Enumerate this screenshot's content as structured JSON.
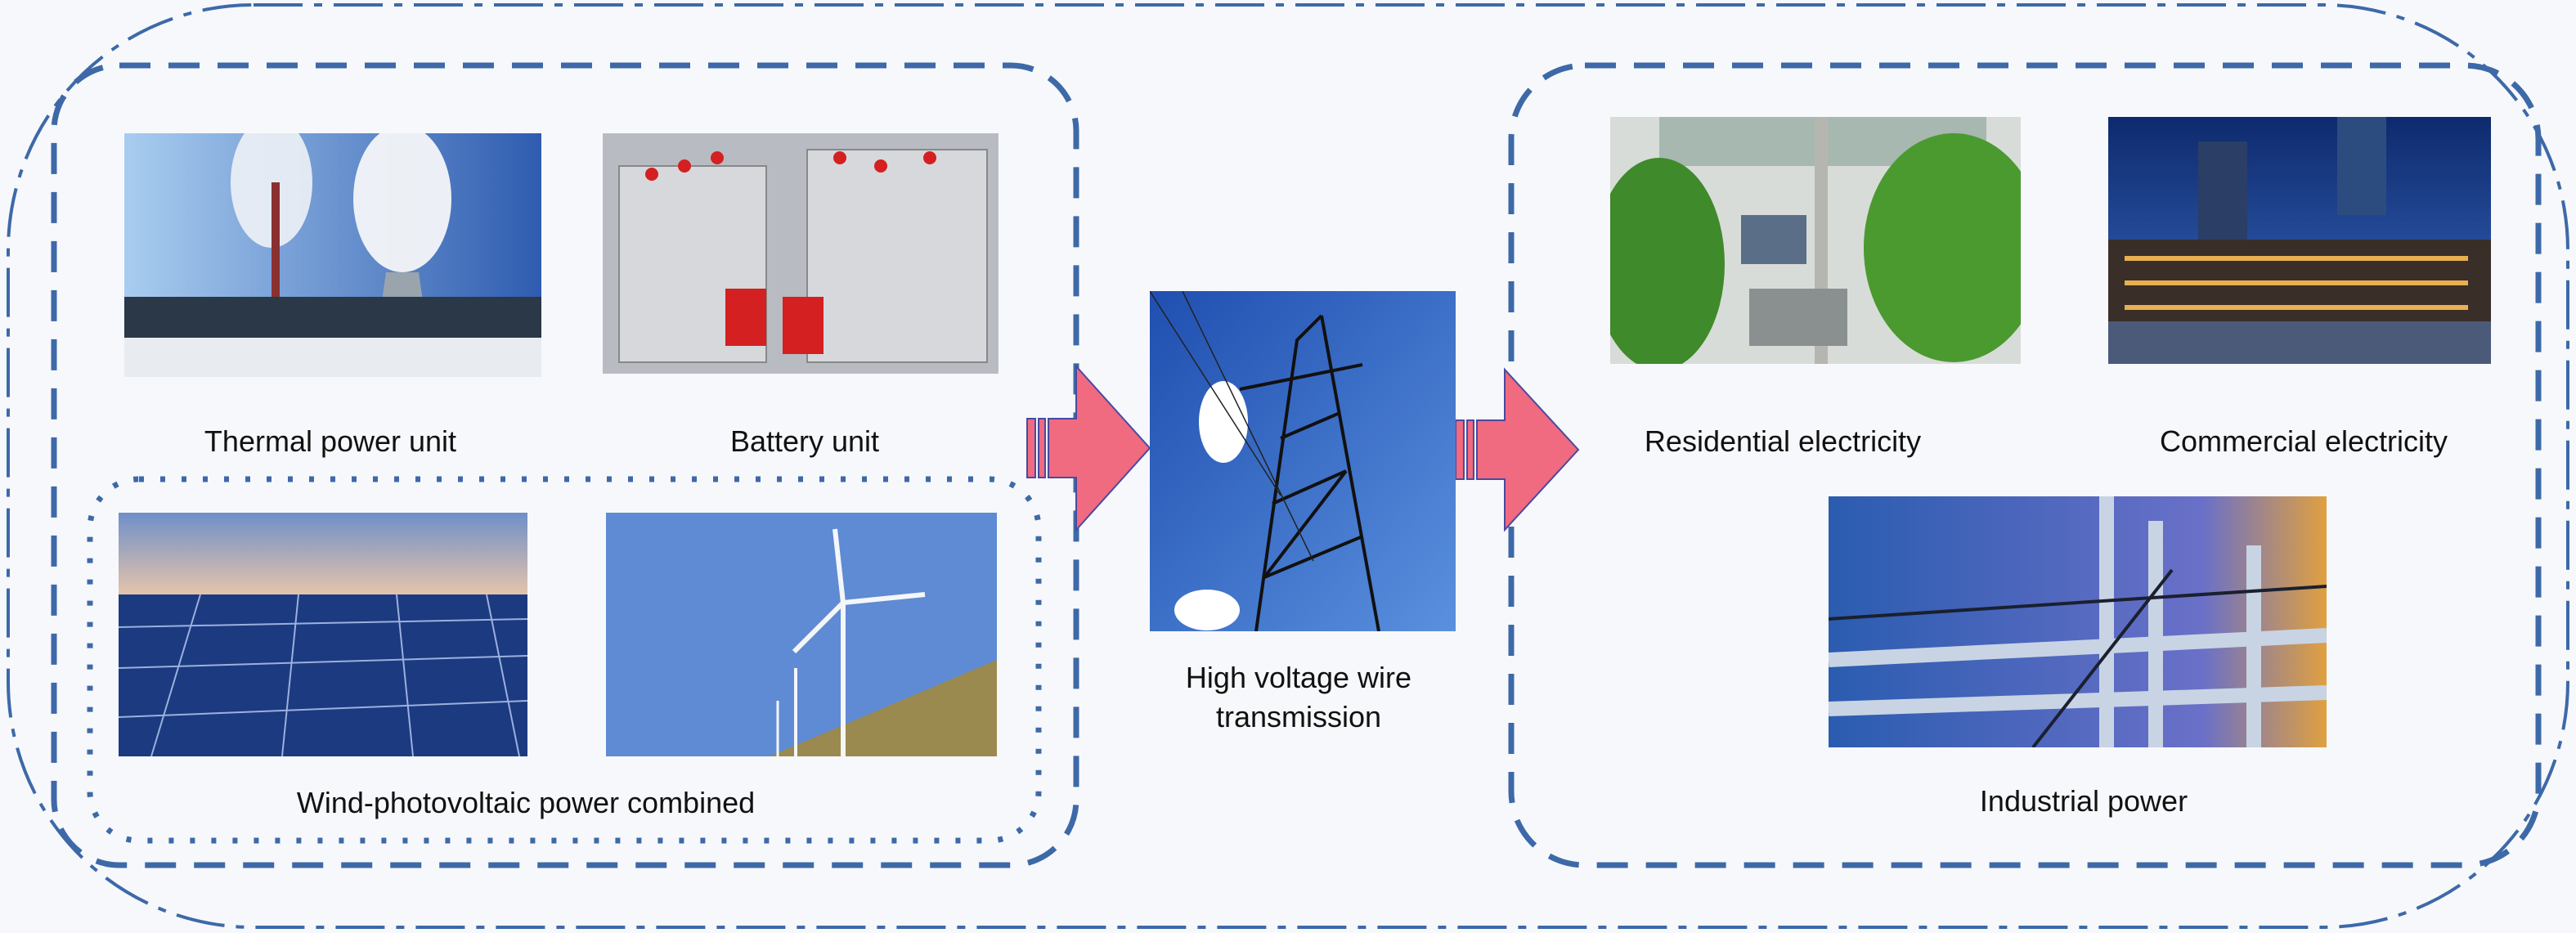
{
  "sources": {
    "thermal_label": "Thermal power unit",
    "battery_label": "Battery unit",
    "renewables_label": "Wind-photovoltaic power combined"
  },
  "transmission": {
    "line1": "High voltage wire",
    "line2": "transmission"
  },
  "consumers": {
    "residential_label": "Residential electricity",
    "commercial_label": "Commercial electricity",
    "industrial_label": "Industrial power"
  },
  "colors": {
    "dash": "#3d69a8",
    "arrow_fill": "#f06a80",
    "arrow_stroke": "#4a4aa0"
  }
}
